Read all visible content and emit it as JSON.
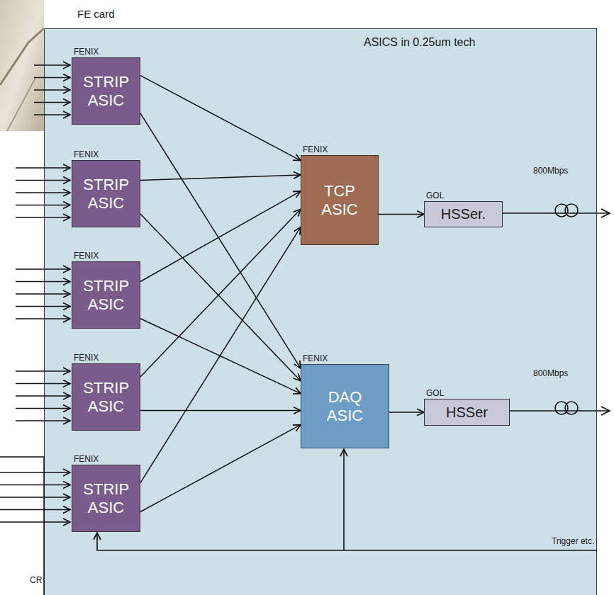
{
  "diagram": {
    "nodes": [
      {
        "text": [
          "FE card",
          "ASICS in 0.25um tech"
        ]
      },
      {
        "text": [
          "FENIX",
          "STRIP ASIC"
        ],
        "in": 0
      },
      {
        "text": [
          "FENIX",
          "STRIP ASIC"
        ],
        "in": 0
      },
      {
        "text": [
          "FENIX",
          "STRIP ASIC"
        ],
        "in": 0
      },
      {
        "text": [
          "FENIX",
          "STRIP ASIC"
        ],
        "in": 0
      },
      {
        "text": [
          "FENIX",
          "STRIP ASIC"
        ],
        "in": 0
      },
      {
        "text": [
          "FENIX",
          "TCP ASIC"
        ],
        "in": 0
      },
      {
        "text": [
          "FENIX",
          "DAQ ASIC"
        ],
        "in": 0
      },
      {
        "text": [
          "GOL",
          "HSSer."
        ],
        "in": 0
      },
      {
        "text": [
          "GOL",
          "HSSer"
        ],
        "in": 0
      }
    ],
    "edges": [
      {
        "from": 1,
        "to": 6,
        "arrow": "to"
      },
      {
        "from": 1,
        "to": 7,
        "arrow": "to"
      },
      {
        "from": 2,
        "to": 6,
        "arrow": "to"
      },
      {
        "from": 2,
        "to": 7,
        "arrow": "to"
      },
      {
        "from": 3,
        "to": 6,
        "arrow": "to"
      },
      {
        "from": 3,
        "to": 7,
        "arrow": "to"
      },
      {
        "from": 4,
        "to": 6,
        "arrow": "to"
      },
      {
        "from": 4,
        "to": 7,
        "arrow": "to"
      },
      {
        "from": 5,
        "to": 6,
        "arrow": "to"
      },
      {
        "from": 5,
        "to": 7,
        "arrow": "to"
      },
      {
        "from": 6,
        "to": 8,
        "arrow": "to"
      },
      {
        "from": 7,
        "to": 9,
        "arrow": "to"
      }
    ],
    "labels": [
      "800Mbps",
      "800Mbps",
      "Trigger etc.",
      "CR"
    ]
  }
}
